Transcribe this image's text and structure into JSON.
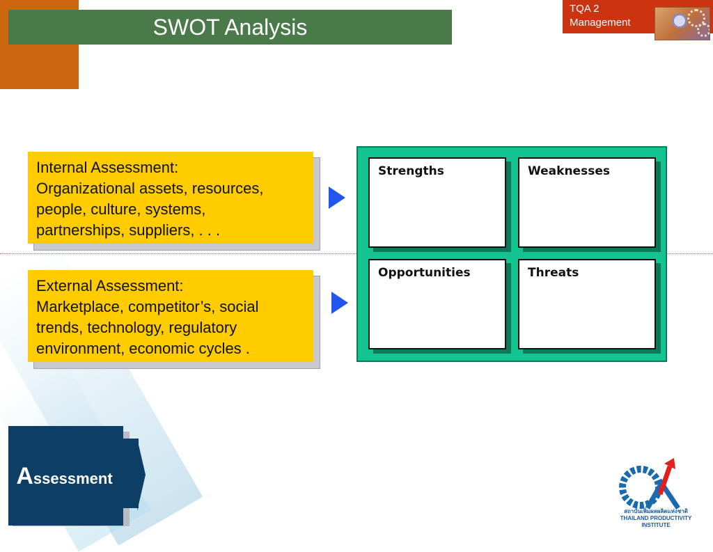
{
  "title": "SWOT Analysis",
  "badge": {
    "line1": "TQA 2",
    "line2": "Management"
  },
  "internal": {
    "lines": [
      "Internal Assessment:",
      "Organizational assets, resources,",
      "people, culture, systems,",
      "partnerships, suppliers, . . ."
    ]
  },
  "external": {
    "lines": [
      "External Assessment:",
      "Marketplace, competitor’s, social",
      "trends, technology, regulatory",
      "environment, economic cycles ."
    ]
  },
  "swot": {
    "strengths": "Strengths",
    "weaknesses": "Weaknesses",
    "opportunities": "Opportunities",
    "threats": "Threats"
  },
  "nav": {
    "first_letter": "A",
    "rest": "ssessment"
  },
  "logo": {
    "thai": "สถาบันเพิ่มผลผลิตแห่งชาติ",
    "english": "THAILAND PRODUCTIVITY INSTITUTE"
  },
  "colors": {
    "title_bar": "#4a7a4a",
    "orange_block": "#cc6611",
    "badge": "#cc3311",
    "yellow_box": "#ffcc00",
    "swot_green": "#14c490",
    "nav_blue": "#0d3e66",
    "arrow_blue": "#2255ee"
  },
  "icons": {
    "arrow1": "triangle-right-icon",
    "arrow2": "triangle-right-icon"
  }
}
